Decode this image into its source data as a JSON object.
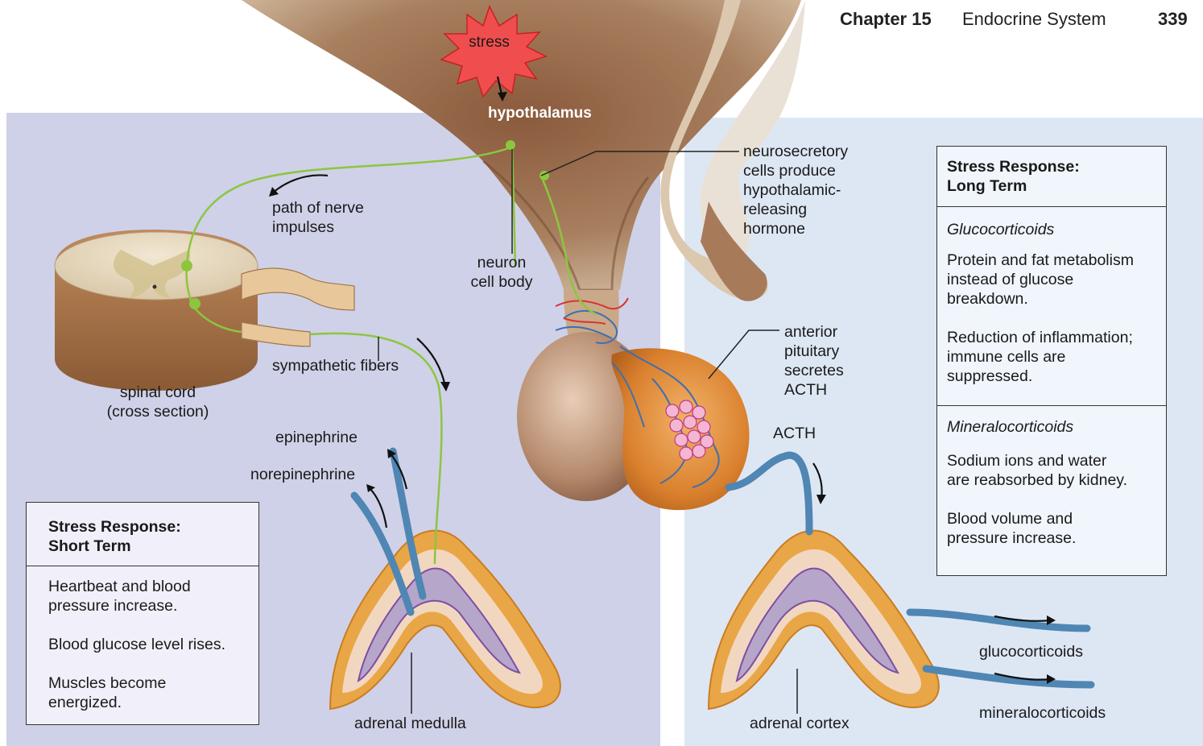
{
  "header": {
    "chapter": "Chapter 15",
    "title": "Endocrine System",
    "page": "339"
  },
  "stress": "stress",
  "hypothalamus": "hypothalamus",
  "labels": {
    "neurosecretory": "neurosecretory\ncells produce\nhypothalamic-\nreleasing\nhormone",
    "path_nerve": "path of nerve\nimpulses",
    "neuron_cell_body": "neuron\ncell body",
    "spinal_cord": "spinal cord\n(cross section)",
    "sympathetic_fibers": "sympathetic fibers",
    "anterior_pituitary": "anterior\npituitary\nsecretes\nACTH",
    "acth": "ACTH",
    "epinephrine": "epinephrine",
    "norepinephrine": "norepinephrine",
    "adrenal_medulla": "adrenal medulla",
    "adrenal_cortex": "adrenal cortex",
    "glucocorticoids": "glucocorticoids",
    "mineralocorticoids": "mineralocorticoids"
  },
  "short_term": {
    "title": "Stress Response:\nShort Term",
    "items": [
      "Heartbeat and blood\npressure increase.",
      "Blood glucose level rises.",
      "Muscles become\nenergized."
    ]
  },
  "long_term": {
    "title": "Stress Response:\nLong Term",
    "gluco_title": "Glucocorticoids",
    "gluco_items": [
      "Protein and fat metabolism\ninstead of glucose\nbreakdown.",
      "Reduction of inflammation;\nimmune cells are\nsuppressed."
    ],
    "mineralo_title": "Mineralocorticoids",
    "mineralo_items": [
      "Sodium ions and water\nare reabsorbed by kidney.",
      "Blood volume and\npressure increase."
    ]
  },
  "colors": {
    "panel_left": "#cfd1e8",
    "panel_right": "#dde7f4",
    "nerve": "#8cc63f",
    "brain": "#c9a98a",
    "vessel": "#4f86b3",
    "pituitary": "#d98a3a",
    "starburst": "#f04e4e"
  }
}
